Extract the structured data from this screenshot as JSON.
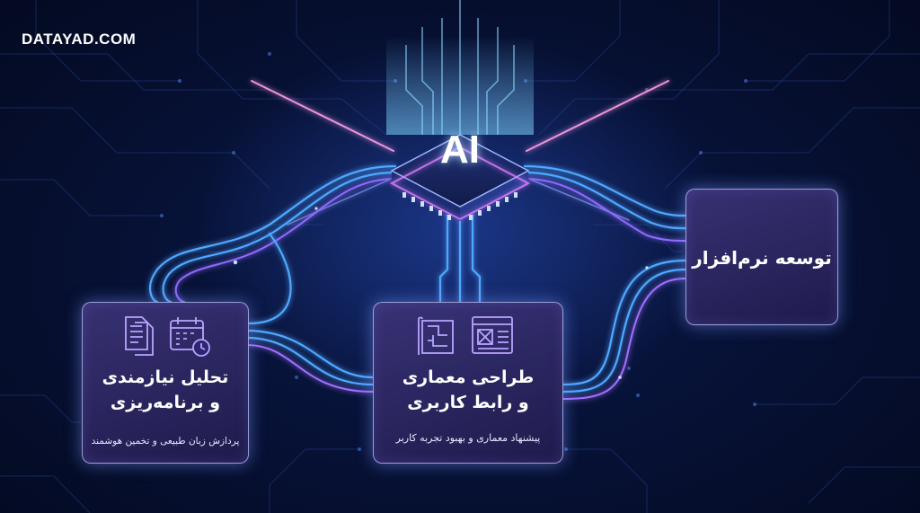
{
  "brand": "DATAYAD.COM",
  "chip": {
    "label": "AI"
  },
  "cards": {
    "left": {
      "title_line1": "تحلیل نیازمندی",
      "title_line2": "و برنامه‌ریزی",
      "subtitle": "پردازش زبان طبیعی و تخمین هوشمند",
      "icons": [
        "document-icon",
        "calendar-clock-icon"
      ]
    },
    "middle": {
      "title_line1": "طراحی معماری",
      "title_line2": "و رابط کاربری",
      "subtitle": "پیشنهاد معماری و بهبود تجربه کاربر",
      "icons": [
        "blueprint-icon",
        "wireframe-icon"
      ]
    },
    "right": {
      "title": "توسعه نرم‌افزار"
    }
  },
  "colors": {
    "background": "#050a1f",
    "glow_blue": "#5aa8ff",
    "glow_purple": "#a070ff",
    "card_border": "#bec8ff",
    "chip_top": "#1b2a66"
  }
}
